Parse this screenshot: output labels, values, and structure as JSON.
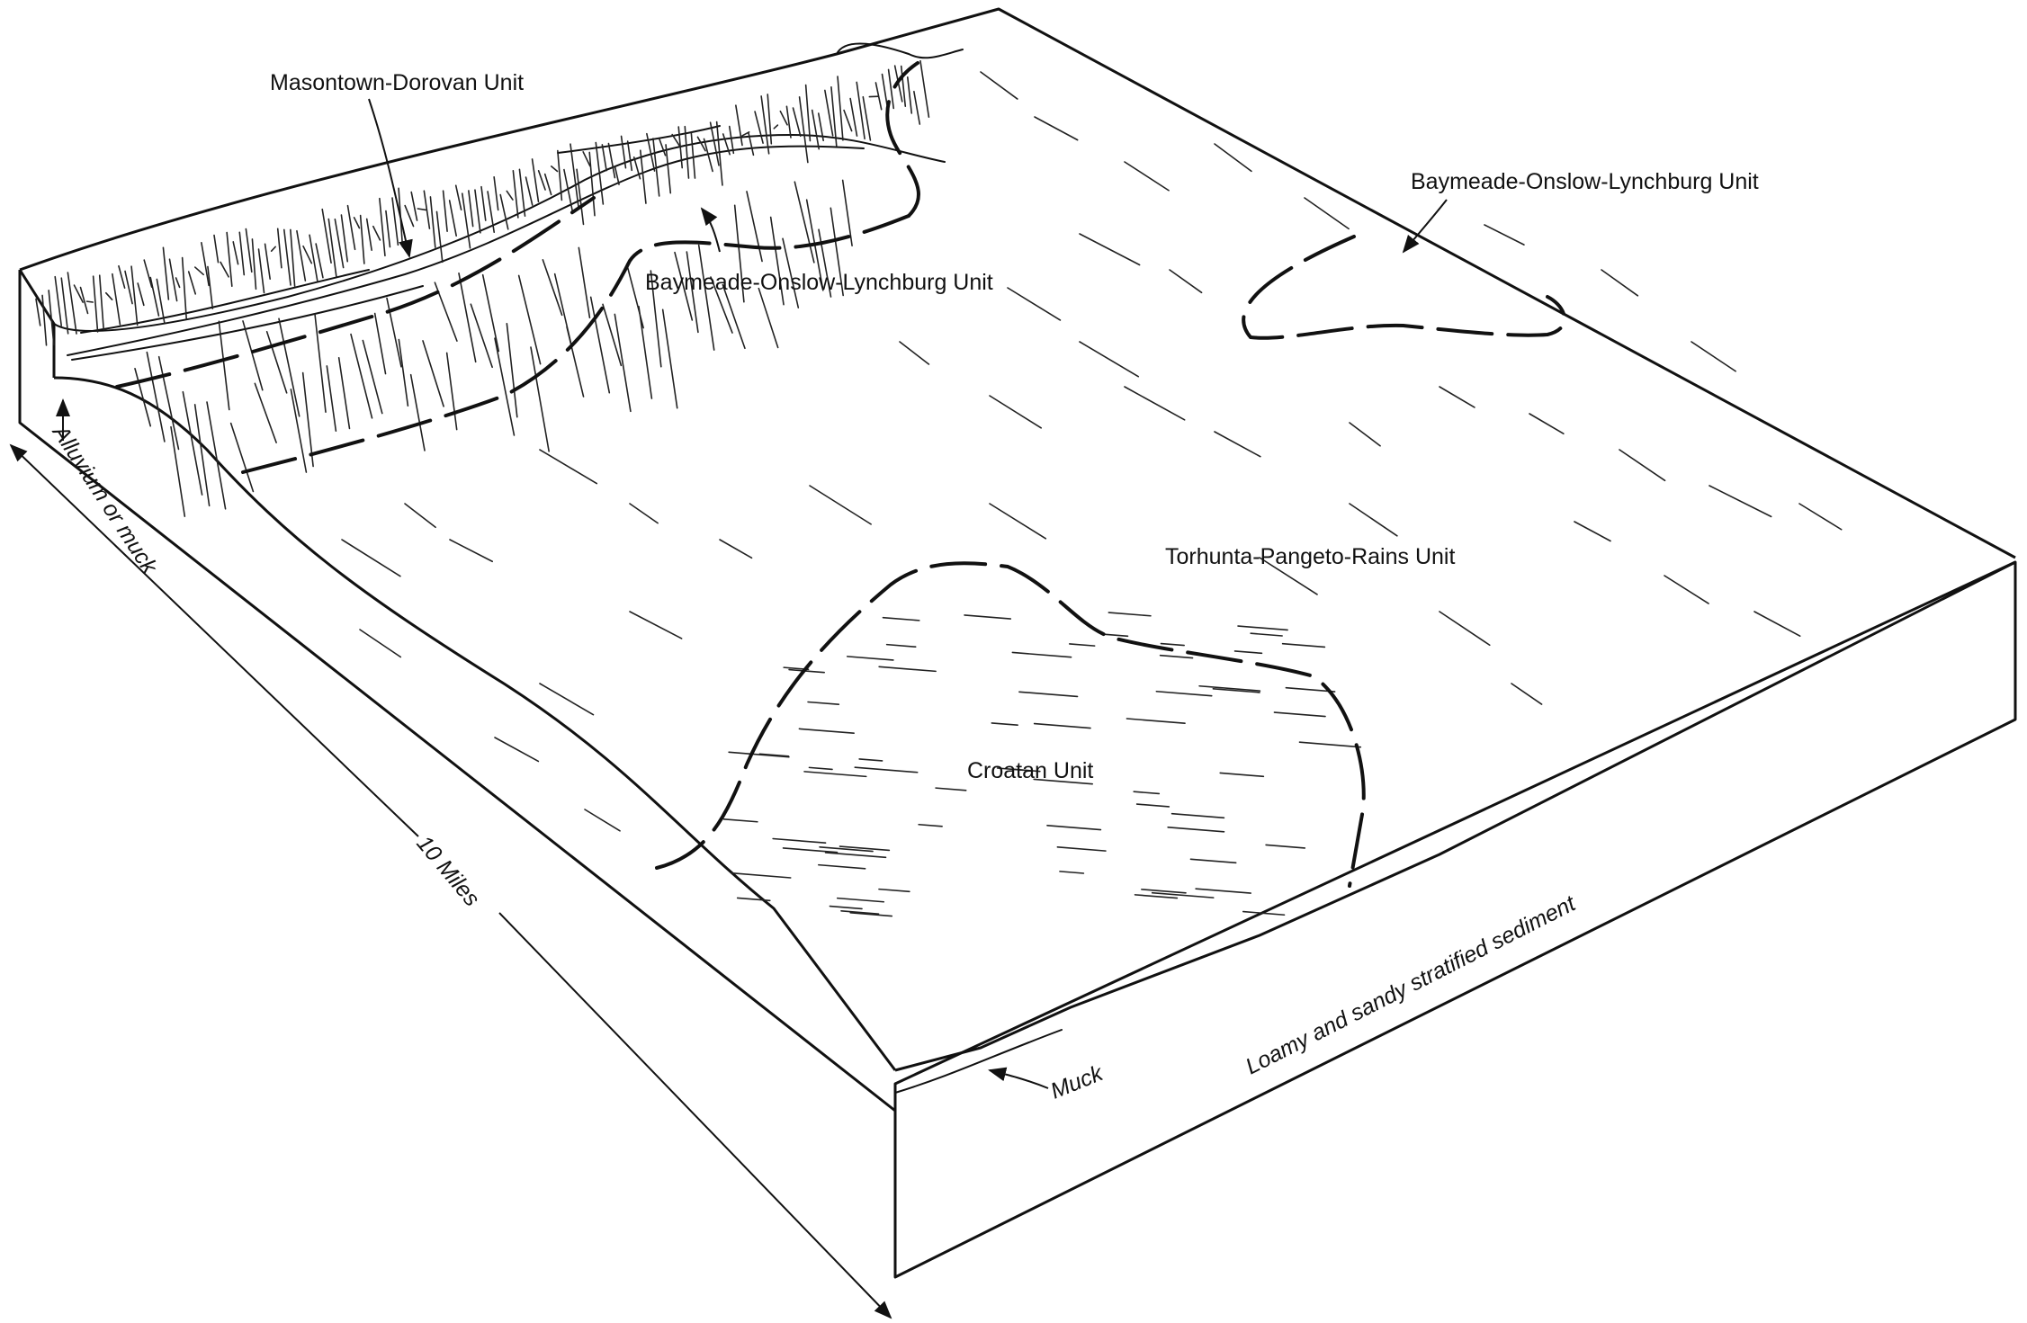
{
  "labels": {
    "masontown": "Masontown-Dorovan Unit",
    "baymeade_center": "Baymeade-Onslow-Lynchburg Unit",
    "baymeade_right": "Baymeade-Onslow-Lynchburg Unit",
    "torhunta": "Torhunta-Pangeto-Rains Unit",
    "croatan": "Croatan Unit",
    "alluvium": "Alluvium or muck",
    "scale": "10 Miles",
    "muck": "Muck",
    "sediment": "Loamy and sandy stratified sediment"
  }
}
